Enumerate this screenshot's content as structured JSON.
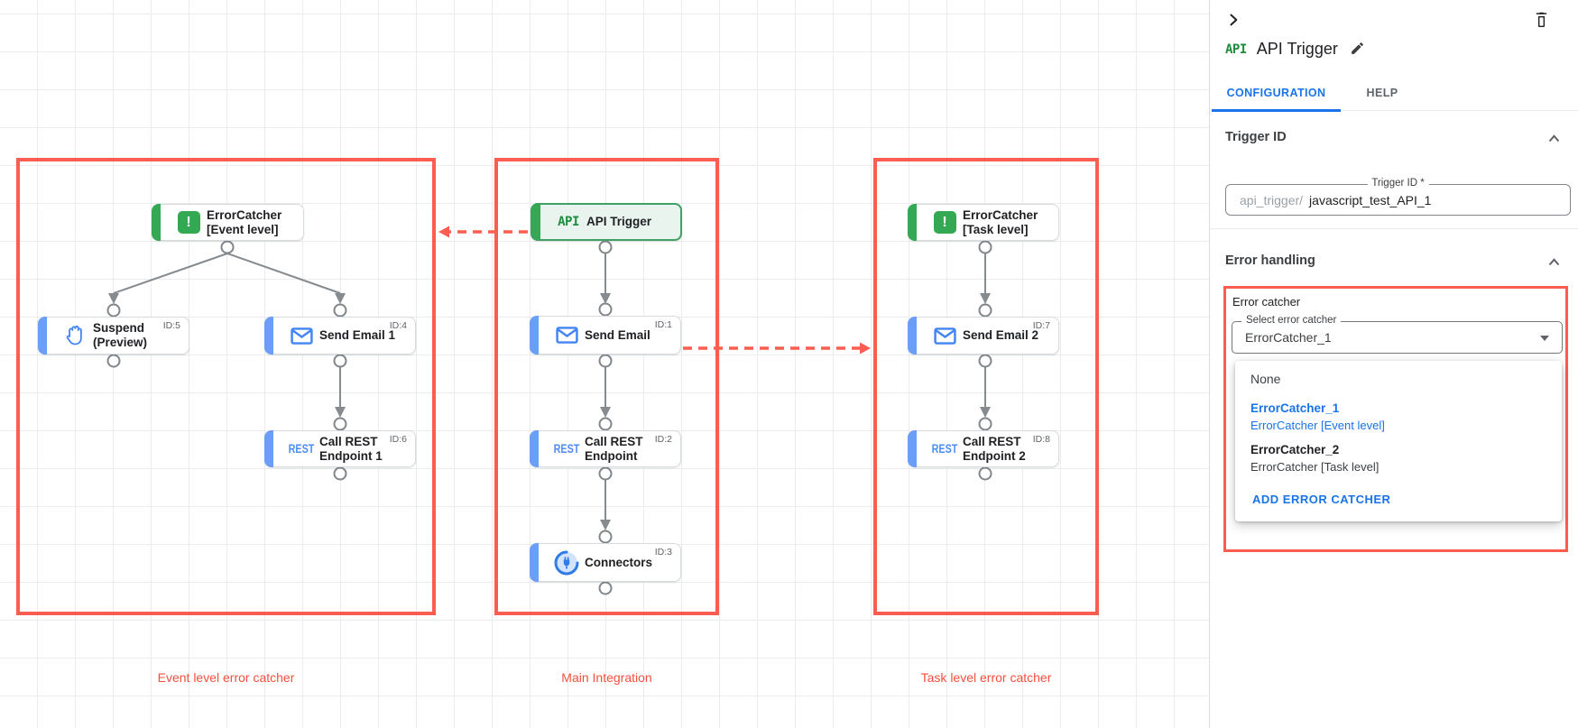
{
  "canvas": {
    "groups": {
      "event": {
        "label": "Event level error catcher"
      },
      "main": {
        "label": "Main Integration"
      },
      "task": {
        "label": "Task level error catcher"
      }
    },
    "nodes": {
      "ec_event": {
        "label": "ErrorCatcher",
        "label2": "[Event level]",
        "icon": "error-catcher-icon"
      },
      "suspend": {
        "label": "Suspend",
        "label2": "(Preview)",
        "id_badge": "ID:5",
        "icon": "hand-icon"
      },
      "send_email_1": {
        "label": "Send Email 1",
        "id_badge": "ID:4",
        "icon": "email-icon"
      },
      "call_rest_1": {
        "label": "Call REST",
        "label2": "Endpoint 1",
        "id_badge": "ID:6",
        "icon": "rest-icon",
        "icon_text": "REST"
      },
      "api_trigger": {
        "label": "API Trigger",
        "icon": "api-icon",
        "icon_text": "API"
      },
      "send_email": {
        "label": "Send Email",
        "id_badge": "ID:1",
        "icon": "email-icon"
      },
      "call_rest": {
        "label": "Call REST",
        "label2": "Endpoint",
        "id_badge": "ID:2",
        "icon": "rest-icon",
        "icon_text": "REST"
      },
      "connectors": {
        "label": "Connectors",
        "id_badge": "ID:3",
        "icon": "connectors-logo-icon"
      },
      "ec_task": {
        "label": "ErrorCatcher",
        "label2": "[Task level]",
        "icon": "error-catcher-icon"
      },
      "send_email_2": {
        "label": "Send Email 2",
        "id_badge": "ID:7",
        "icon": "email-icon"
      },
      "call_rest_2": {
        "label": "Call REST",
        "label2": "Endpoint 2",
        "id_badge": "ID:8",
        "icon": "rest-icon",
        "icon_text": "REST"
      }
    },
    "ec_icon_glyph": "!"
  },
  "panel": {
    "title": "API Trigger",
    "title_icon_text": "API",
    "tabs": {
      "configuration": "CONFIGURATION",
      "help": "HELP"
    },
    "trigger_id": {
      "header": "Trigger ID",
      "field_label": "Trigger ID *",
      "prefix": "api_trigger/",
      "value": "javascript_test_API_1"
    },
    "error_handling": {
      "header": "Error handling",
      "group_label": "Error catcher",
      "select_label": "Select error catcher",
      "select_value": "ErrorCatcher_1",
      "options": {
        "none": {
          "name": "None"
        },
        "ec1": {
          "name": "ErrorCatcher_1",
          "desc": "ErrorCatcher [Event level]"
        },
        "ec2": {
          "name": "ErrorCatcher_2",
          "desc": "ErrorCatcher [Task level]"
        }
      },
      "add_button": "ADD ERROR CATCHER"
    }
  },
  "colors": {
    "annotation_red": "#fb5d50",
    "primary_blue": "#1a73e8",
    "green": "#34a853",
    "wire_gray": "#868b90"
  }
}
